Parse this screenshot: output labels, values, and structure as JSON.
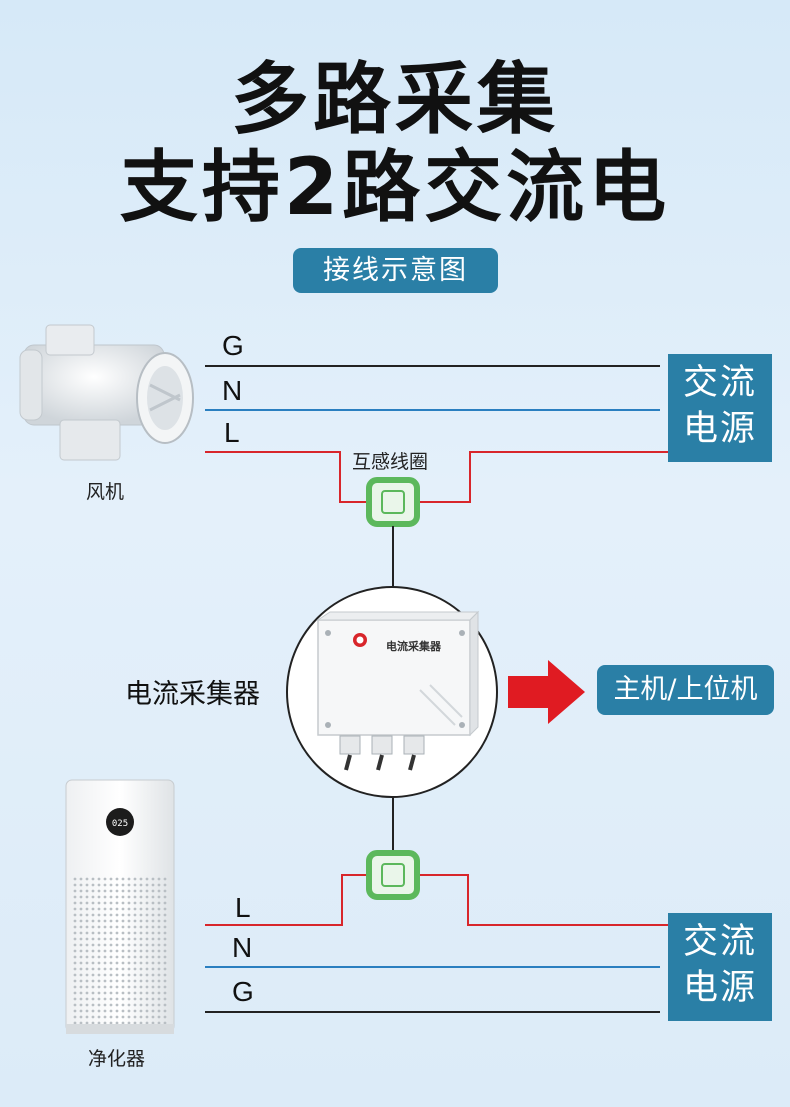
{
  "header": {
    "title_line1": "多路采集",
    "title_line2": "支持2路交流电",
    "subtitle": "接线示意图"
  },
  "top_circuit": {
    "wires": [
      {
        "label": "G",
        "color": "#222222"
      },
      {
        "label": "N",
        "color": "#2a7fc0"
      },
      {
        "label": "L",
        "color": "#d8262b"
      }
    ],
    "device_label": "风机",
    "sensor_label": "互感线圈",
    "power_line1": "交流",
    "power_line2": "电源"
  },
  "collector": {
    "label": "电流采集器",
    "device_text": "电流采集器",
    "host_label": "主机/上位机",
    "arrow_color": "#e01b22"
  },
  "bottom_circuit": {
    "wires": [
      {
        "label": "L",
        "color": "#d8262b"
      },
      {
        "label": "N",
        "color": "#2a7fc0"
      },
      {
        "label": "G",
        "color": "#222222"
      }
    ],
    "device_label": "净化器",
    "display_value": "025",
    "power_line1": "交流",
    "power_line2": "电源"
  },
  "colors": {
    "accent": "#2a7fa6",
    "coil": "#5cb85c"
  }
}
